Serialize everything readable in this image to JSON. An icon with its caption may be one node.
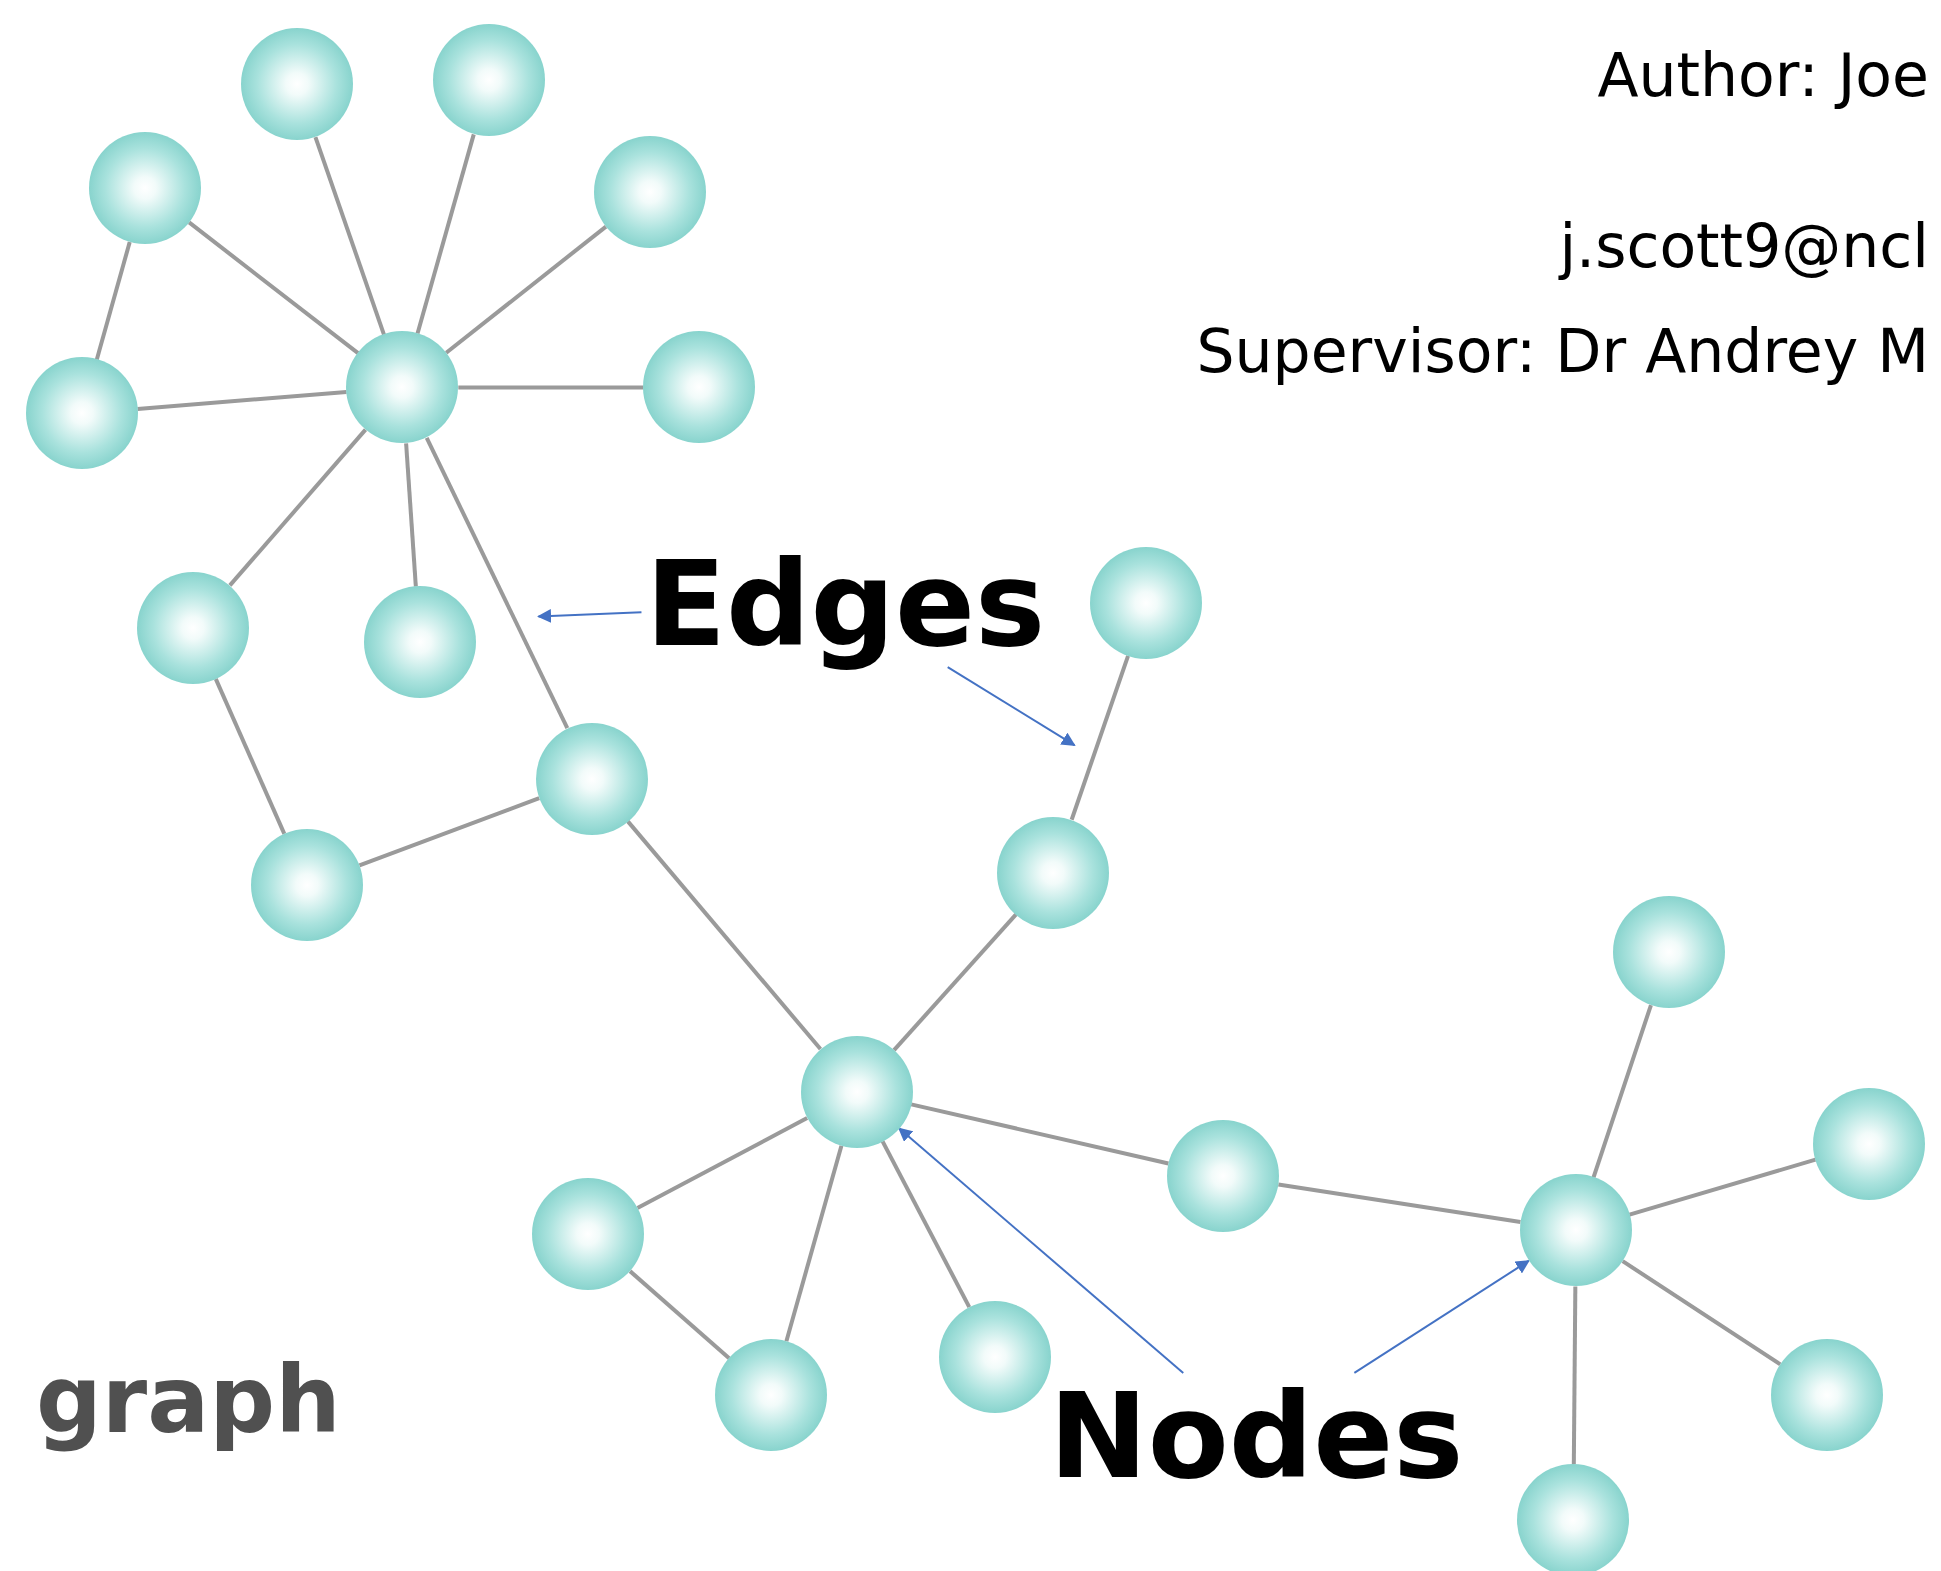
{
  "diagram": {
    "nodes": [
      {
        "text": [],
        "shape": "circle"
      },
      {
        "text": [],
        "shape": "circle"
      },
      {
        "text": [],
        "shape": "circle"
      },
      {
        "text": [],
        "shape": "circle"
      },
      {
        "text": [],
        "shape": "circle"
      },
      {
        "text": [],
        "shape": "circle"
      },
      {
        "text": [],
        "shape": "circle"
      },
      {
        "text": [],
        "shape": "circle"
      },
      {
        "text": [],
        "shape": "circle"
      },
      {
        "text": [],
        "shape": "circle"
      },
      {
        "text": [],
        "shape": "circle"
      },
      {
        "text": [],
        "shape": "circle"
      },
      {
        "text": [],
        "shape": "circle"
      },
      {
        "text": [],
        "shape": "circle"
      },
      {
        "text": [],
        "shape": "circle"
      },
      {
        "text": [],
        "shape": "circle"
      },
      {
        "text": [],
        "shape": "circle"
      },
      {
        "text": [],
        "shape": "circle"
      },
      {
        "text": [],
        "shape": "circle"
      },
      {
        "text": [],
        "shape": "circle"
      },
      {
        "text": [],
        "shape": "circle"
      },
      {
        "text": [],
        "shape": "circle"
      },
      {
        "text": [],
        "shape": "circle"
      },
      {
        "text": [
          "Edges"
        ]
      },
      {
        "text": [
          "Nodes"
        ]
      }
    ],
    "edges": [
      {
        "from": 4,
        "to": 0,
        "arrow": "none"
      },
      {
        "from": 4,
        "to": 1,
        "arrow": "none"
      },
      {
        "from": 4,
        "to": 2,
        "arrow": "none"
      },
      {
        "from": 4,
        "to": 3,
        "arrow": "none"
      },
      {
        "from": 4,
        "to": 5,
        "arrow": "none"
      },
      {
        "from": 4,
        "to": 6,
        "arrow": "none"
      },
      {
        "from": 4,
        "to": 7,
        "arrow": "none"
      },
      {
        "from": 4,
        "to": 8,
        "arrow": "none"
      },
      {
        "from": 4,
        "to": 10,
        "arrow": "none"
      },
      {
        "from": 2,
        "to": 5,
        "arrow": "none"
      },
      {
        "from": 7,
        "to": 11,
        "arrow": "none"
      },
      {
        "from": 11,
        "to": 10,
        "arrow": "none"
      },
      {
        "from": 10,
        "to": 14,
        "arrow": "none"
      },
      {
        "from": 14,
        "to": 12,
        "arrow": "none"
      },
      {
        "from": 12,
        "to": 9,
        "arrow": "none"
      },
      {
        "from": 14,
        "to": 15,
        "arrow": "none"
      },
      {
        "from": 14,
        "to": 17,
        "arrow": "none"
      },
      {
        "from": 14,
        "to": 19,
        "arrow": "none"
      },
      {
        "from": 14,
        "to": 20,
        "arrow": "none"
      },
      {
        "from": 17,
        "to": 19,
        "arrow": "none"
      },
      {
        "from": 15,
        "to": 18,
        "arrow": "none"
      },
      {
        "from": 18,
        "to": 13,
        "arrow": "none"
      },
      {
        "from": 18,
        "to": 16,
        "arrow": "none"
      },
      {
        "from": 18,
        "to": 21,
        "arrow": "none"
      },
      {
        "from": 18,
        "to": 22,
        "arrow": "none"
      },
      {
        "from": 23,
        "to": null,
        "arrow": "to",
        "color": "#4472c4"
      },
      {
        "from": 23,
        "to": null,
        "arrow": "to",
        "color": "#4472c4"
      },
      {
        "from": 24,
        "to": 14,
        "arrow": "to",
        "color": "#4472c4"
      },
      {
        "from": 24,
        "to": 18,
        "arrow": "to",
        "color": "#4472c4"
      }
    ],
    "labels": [
      "Author: Joe",
      "j.scott9@ncl",
      "Supervisor: Dr Andrey M",
      "graph"
    ]
  }
}
